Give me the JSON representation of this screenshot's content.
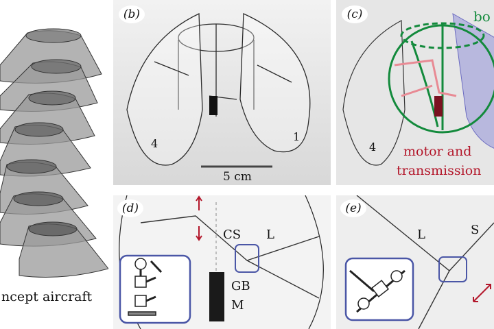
{
  "panel_a": {
    "caption": "ncept aircraft"
  },
  "panel_b": {
    "label": "(b)",
    "scale_label": "5 cm",
    "mark_left": "4",
    "mark_right": "1"
  },
  "panel_c": {
    "label": "(c)",
    "body_label": "bo",
    "motor_label_line1": "motor and",
    "motor_label_line2": "transmission",
    "mark_left": "4"
  },
  "panel_d": {
    "label": "(d)",
    "cs": "CS",
    "l": "L",
    "gb": "GB",
    "m": "M"
  },
  "panel_e": {
    "label": "(e)",
    "l": "L",
    "s": "S"
  },
  "colors": {
    "green": "#138a3c",
    "red": "#b3162a",
    "blue": "#4a56a6",
    "violet": "#9a9ad8"
  }
}
